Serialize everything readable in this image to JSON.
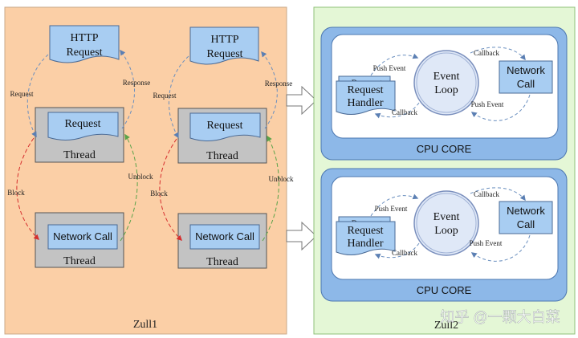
{
  "zull1": {
    "label": "Zull1",
    "columns": [
      {
        "http_request": [
          "HTTP",
          "Request"
        ],
        "request_label": "Request",
        "thread_top": "Thread",
        "network_label": "Network Call",
        "thread_bottom": "Thread",
        "edge_request": "Request",
        "edge_response": "Response",
        "edge_block": "Block",
        "edge_unblock": "Unblock"
      },
      {
        "http_request": [
          "HTTP",
          "Request"
        ],
        "request_label": "Request",
        "thread_top": "Thread",
        "network_label": "Network Call",
        "thread_bottom": "Thread",
        "edge_request": "Request",
        "edge_response": "Response",
        "edge_block": "Block",
        "edge_unblock": "Unblock"
      }
    ]
  },
  "zull2": {
    "label": "Zull2",
    "cores": [
      {
        "label": "CPU CORE",
        "event_loop": [
          "Event",
          "Loop"
        ],
        "request_handler_back": "Request",
        "request_handler": [
          "Request",
          "Handler"
        ],
        "network_call": [
          "Network",
          "Call"
        ],
        "push_event_top": "Push Event",
        "callback_top": "Callback",
        "callback_bottom": "Callback",
        "push_event_bottom": "Push Event"
      },
      {
        "label": "CPU CORE",
        "event_loop": [
          "Event",
          "Loop"
        ],
        "request_handler_back": "Request",
        "request_handler": [
          "Request",
          "Handler"
        ],
        "network_call": [
          "Network",
          "Call"
        ],
        "push_event_top": "Push Event",
        "callback_top": "Callback",
        "callback_bottom": "Callback",
        "push_event_bottom": "Push Event"
      }
    ]
  },
  "watermark": "知乎 @一颗大白菜",
  "colors": {
    "zull1_bg": "#fbcfa6",
    "zull2_bg": "#e4f7d6",
    "zull2_border": "#8fc07a",
    "core_bg": "#8db8e8",
    "core_inner": "#ffffff",
    "box_blue": "#a8cdf2",
    "thread_grey": "#c3c3c3",
    "loop_fill": "#dfe8f7",
    "dash_blue": "#6a8fbf",
    "dash_red": "#d62e2e",
    "dash_green": "#5aa34a"
  }
}
